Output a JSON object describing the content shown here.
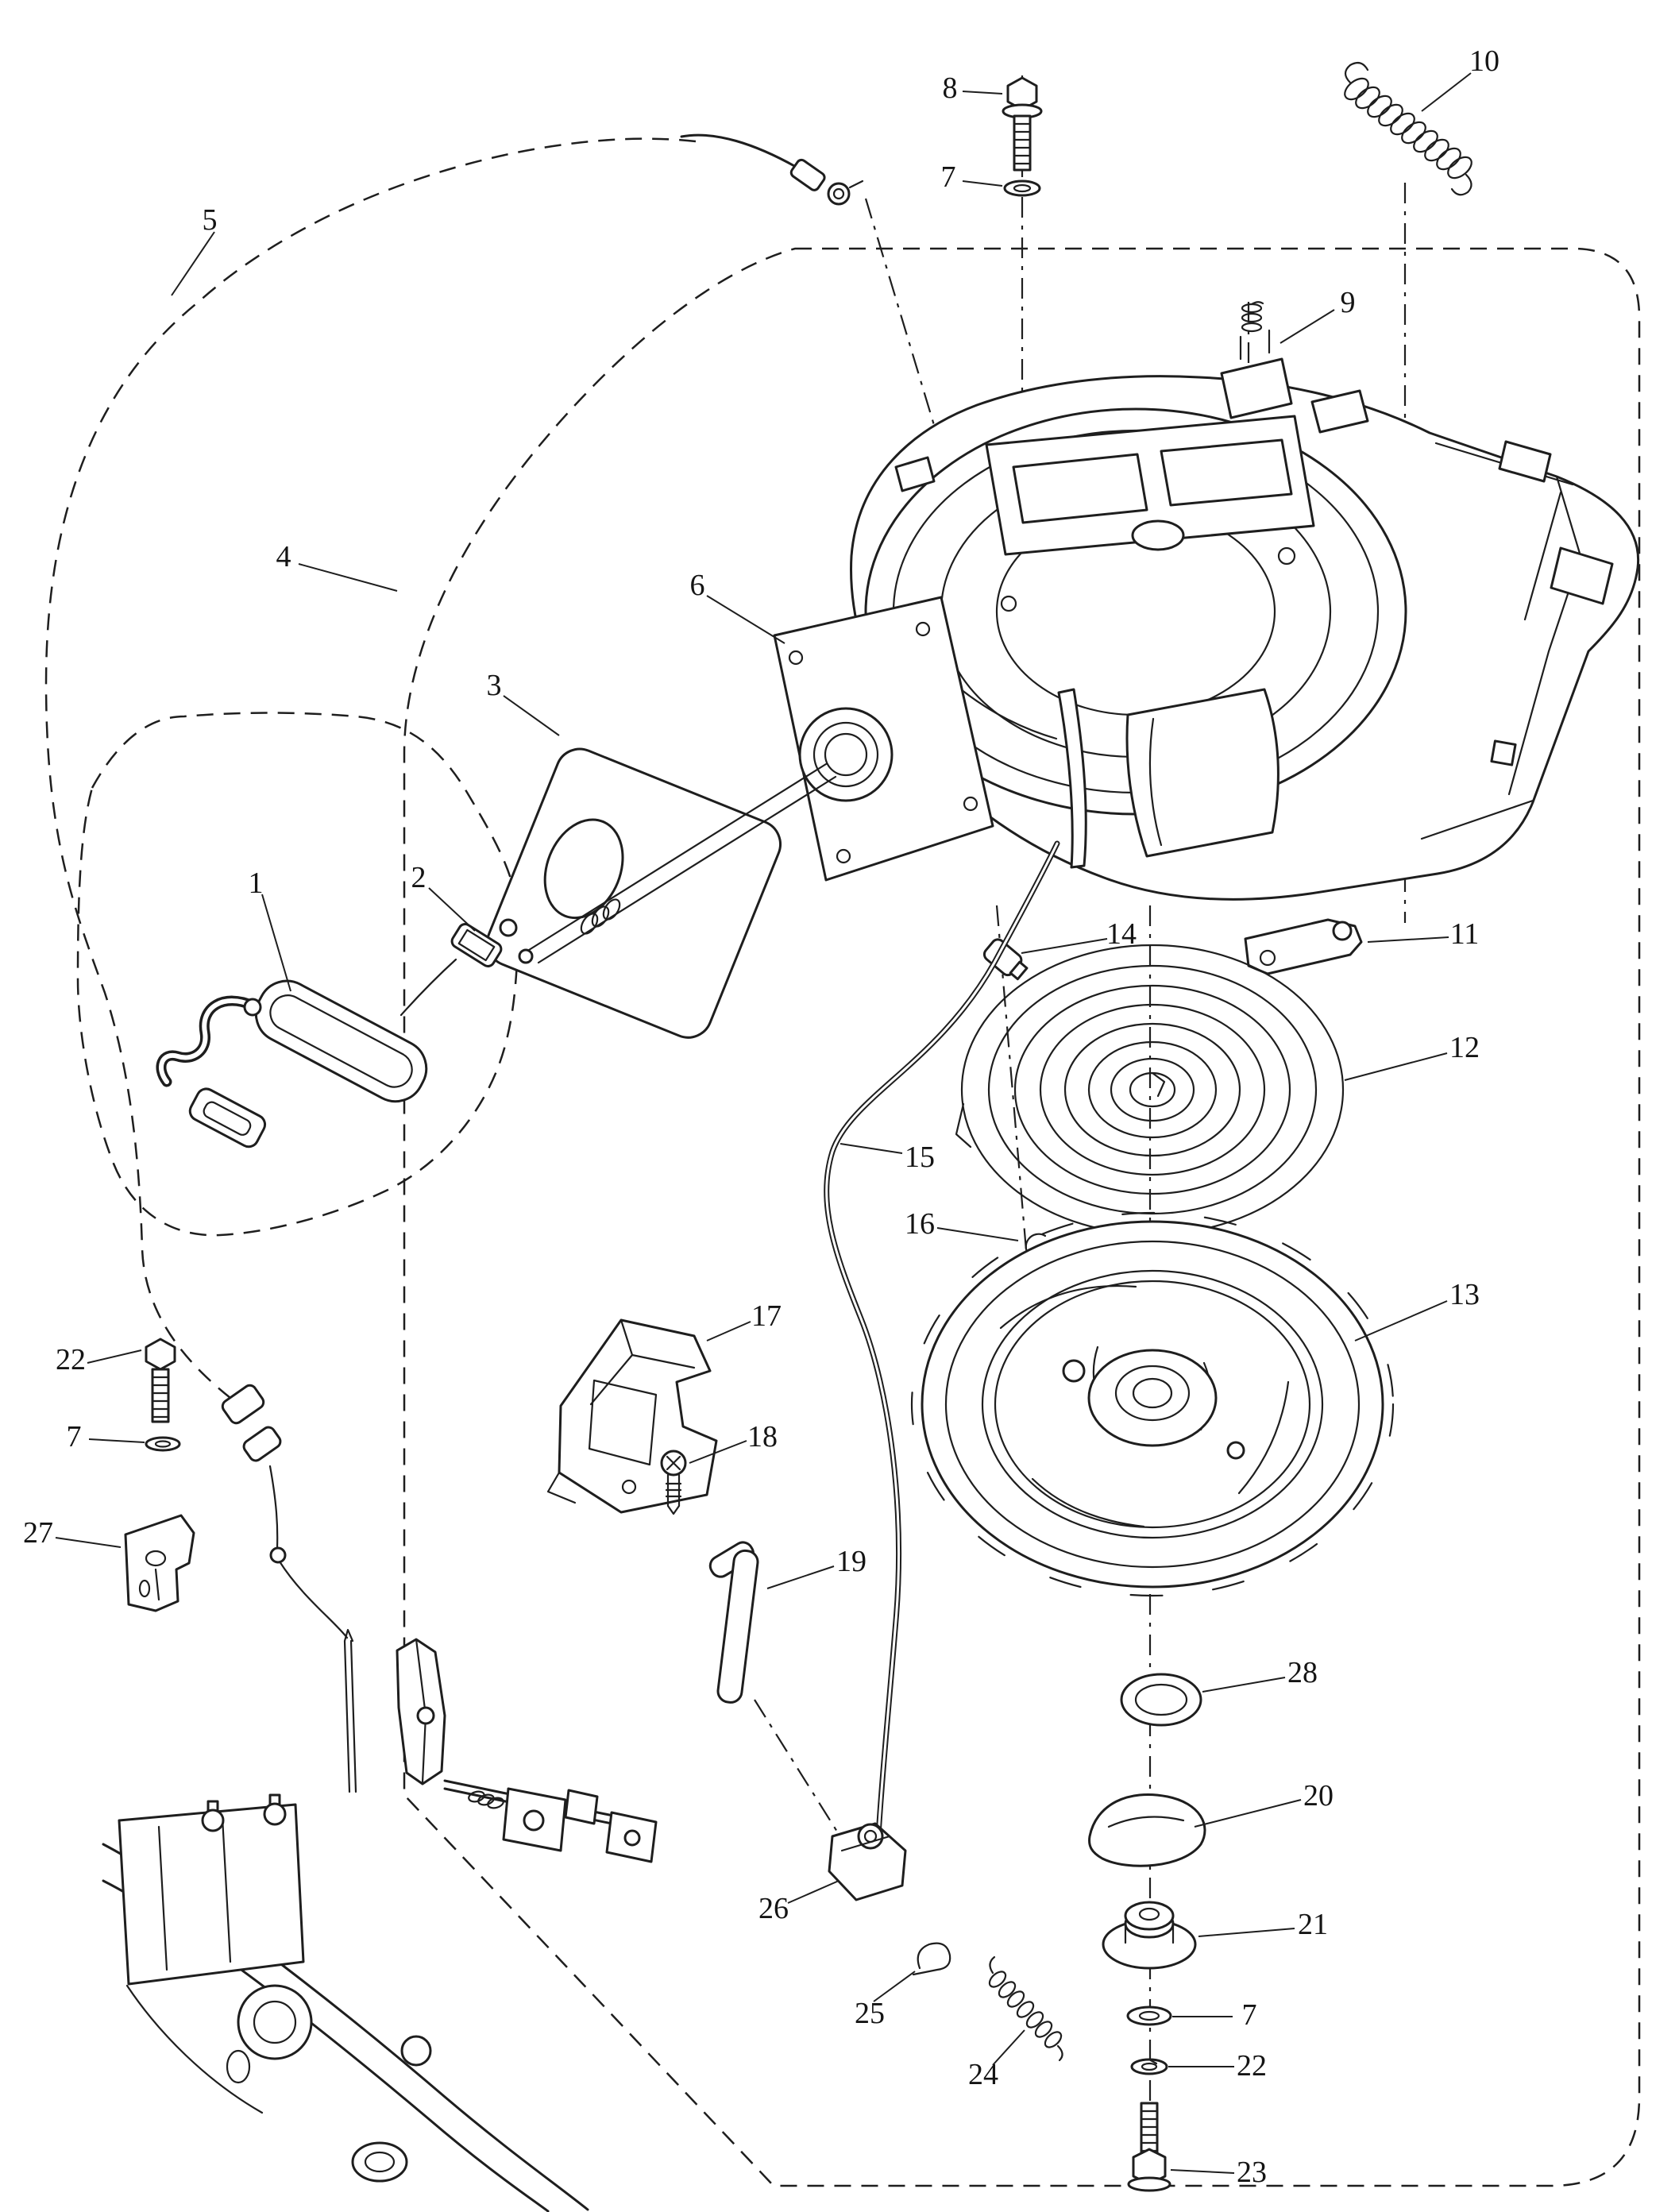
{
  "page": {
    "background": "#ffffff",
    "ink": "#1e1e1e"
  },
  "diagram": {
    "kind": "exploded-parts-diagram"
  },
  "callouts": {
    "c1": {
      "label": "1"
    },
    "c2": {
      "label": "2"
    },
    "c3": {
      "label": "3"
    },
    "c4": {
      "label": "4"
    },
    "c5": {
      "label": "5"
    },
    "c6": {
      "label": "6"
    },
    "c7_top": {
      "label": "7"
    },
    "c7_left": {
      "label": "7"
    },
    "c7_bottom": {
      "label": "7"
    },
    "c8": {
      "label": "8"
    },
    "c9": {
      "label": "9"
    },
    "c10": {
      "label": "10"
    },
    "c11": {
      "label": "11"
    },
    "c12": {
      "label": "12"
    },
    "c13": {
      "label": "13"
    },
    "c14": {
      "label": "14"
    },
    "c15": {
      "label": "15"
    },
    "c16": {
      "label": "16"
    },
    "c17": {
      "label": "17"
    },
    "c18": {
      "label": "18"
    },
    "c19": {
      "label": "19"
    },
    "c20": {
      "label": "20"
    },
    "c21": {
      "label": "21"
    },
    "c22_left": {
      "label": "22"
    },
    "c22_bottom": {
      "label": "22"
    },
    "c23": {
      "label": "23"
    },
    "c24": {
      "label": "24"
    },
    "c25": {
      "label": "25"
    },
    "c26": {
      "label": "26"
    },
    "c27": {
      "label": "27"
    },
    "c28": {
      "label": "28"
    }
  }
}
